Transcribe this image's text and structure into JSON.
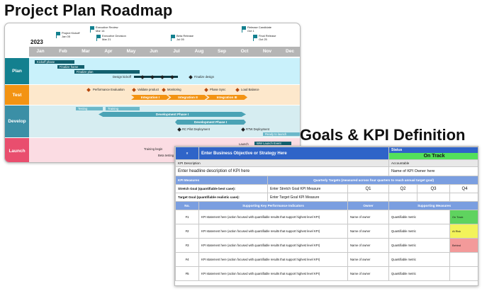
{
  "titles": {
    "roadmap": "Project Plan Roadmap",
    "kpi": "Goals & KPI Definition"
  },
  "roadmap": {
    "year": "2023",
    "months": [
      "Jan",
      "Feb",
      "Mar",
      "Apr",
      "May",
      "Jun",
      "Jul",
      "Aug",
      "Sep",
      "Oct",
      "Nov",
      "Dec"
    ],
    "milestones": [
      {
        "label": "Project Kickoff",
        "date": "Jan 05"
      },
      {
        "label": "Executive Review",
        "date": "Mar 14"
      },
      {
        "label": "Executive Decision",
        "date": "Mar 21"
      },
      {
        "label": "Beta Release",
        "date": "Jul 05"
      },
      {
        "label": "Release Candidate",
        "date": "Oct 1"
      },
      {
        "label": "Final Release",
        "date": "Oct 25"
      }
    ],
    "lanes": [
      "Plan",
      "Test",
      "Develop",
      "Launch"
    ],
    "plan": {
      "kickoff": "Kickoff phase",
      "finalize_frame": "Finalize frame",
      "finalize_plan": "Finalize plan",
      "design_kickoff": "Design kickoff",
      "finalize_design": "Finalize design"
    },
    "test": {
      "perf": "Performance Evaluation",
      "validate": "Validate product",
      "monitoring": "Monitoring",
      "phase_sync": "Phase Sync",
      "load_balance": "Load Balance",
      "int1": "Integration I",
      "int2": "Integration II",
      "int3": "Integration III"
    },
    "develop": {
      "testing": "Testing",
      "training": "Training",
      "dev1": "Development Phase I",
      "dev2": "Development Phase I",
      "rc_pilot": "RC Pilot Deployment",
      "rtw": "RTW Deployment",
      "ready": "Ready to launch"
    },
    "launch": {
      "training_begin": "Training begin",
      "beta_testing": "Beta testing",
      "launch": "Launch",
      "ww_launch": "WW Launch Event"
    }
  },
  "kpi": {
    "hash": "#",
    "objective": "Enter Business Objective or Strategy Here",
    "status_label": "Status",
    "status_value": "On Track",
    "kpi_desc_label": "KPI Description",
    "accountable_label": "Accountable",
    "headline": "Enter headline description of KPI here",
    "owner_name": "Name of KPI Owner here",
    "measures_label": "KPI Measures",
    "quarterly_label": "Quarterly Targets (measured across four quarters to reach annual target goal)",
    "stretch_label": "Stretch Goal (quantifiable best case):",
    "stretch_value": "Enter Stretch Goal KPI Measure",
    "target_label": "Target Goal (quantifiable realistic case):",
    "target_value": "Enter Target Goal KPI Measure",
    "quarters": [
      "Q1",
      "Q2",
      "Q3",
      "Q4"
    ],
    "col_no": "No.",
    "col_indicators": "Supporting Key Performance Indicators",
    "col_owner": "Owner",
    "col_measures": "Supporting Measures",
    "rows": [
      {
        "no": "#1",
        "stmt": "KPI statement here (action focused with quantifiable results that support highest level KPI)",
        "owner": "Name of owner",
        "metric": "Quantifiable metric",
        "status": "On Track",
        "color": "#5fd35f"
      },
      {
        "no": "#2",
        "stmt": "KPI statement here (action focused with quantifiable results that support highest level KPI)",
        "owner": "Name of owner",
        "metric": "Quantifiable metric",
        "status": "At Risk",
        "color": "#f3f35a"
      },
      {
        "no": "#3",
        "stmt": "KPI statement here (action focused with quantifiable results that support highest level KPI)",
        "owner": "Name of owner",
        "metric": "Quantifiable metric",
        "status": "Behind",
        "color": "#f39a9a"
      },
      {
        "no": "#4",
        "stmt": "KPI statement here (action focused with quantifiable results that support highest level KPI)",
        "owner": "Name of owner",
        "metric": "Quantifiable metric",
        "status": "",
        "color": ""
      },
      {
        "no": "#5",
        "stmt": "KPI statement here (action focused with quantifiable results that support highest level KPI)",
        "owner": "Name of owner",
        "metric": "Quantifiable metric",
        "status": "",
        "color": ""
      }
    ]
  }
}
